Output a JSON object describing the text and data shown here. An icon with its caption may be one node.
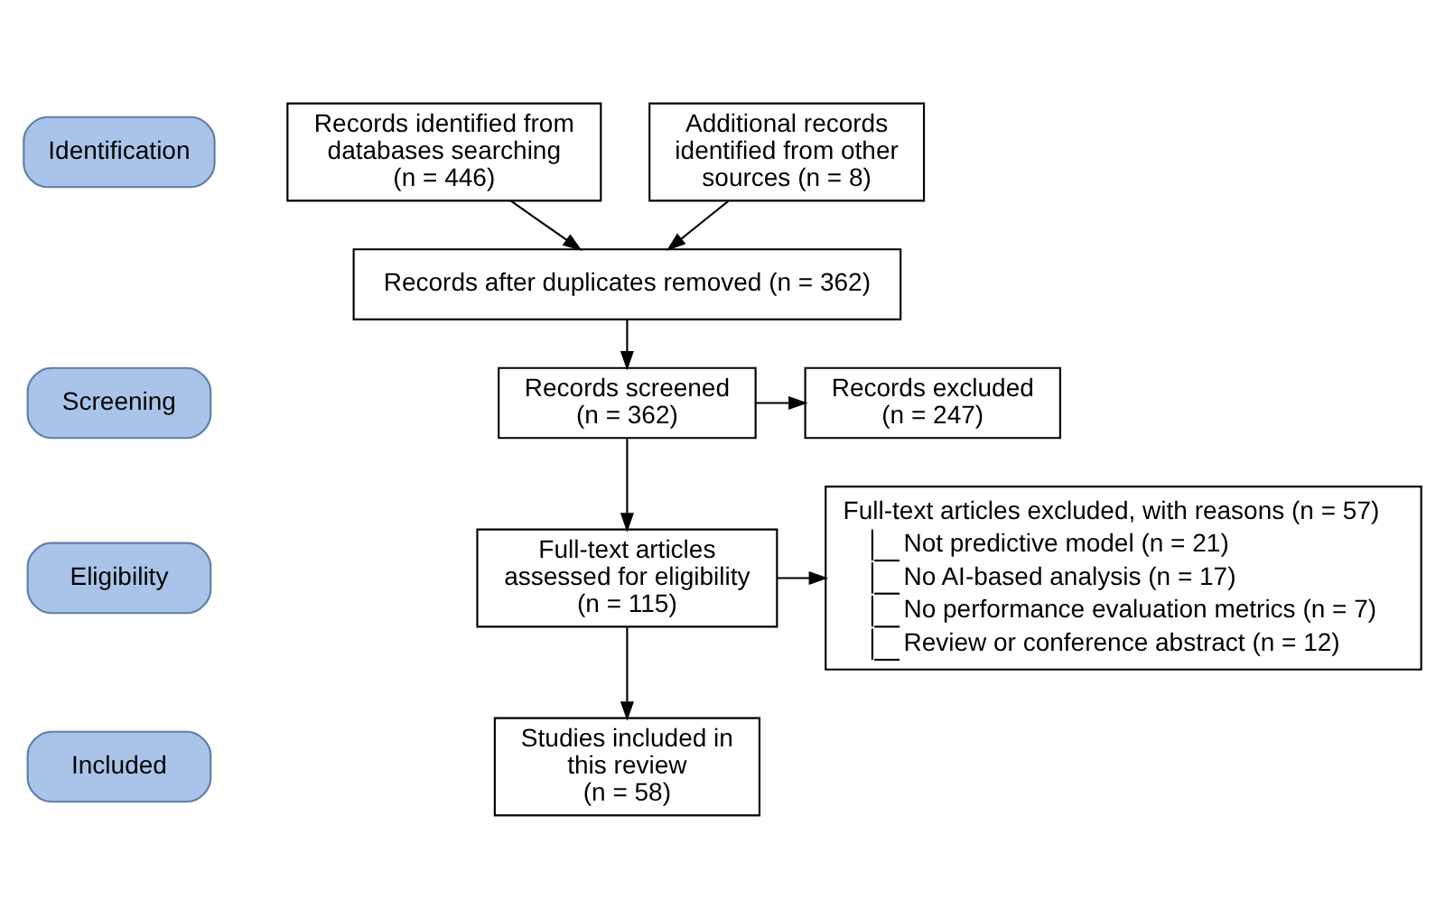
{
  "diagram": {
    "nodes": [
      {
        "text": [
          "Identification"
        ]
      },
      {
        "text": [
          "Screening"
        ]
      },
      {
        "text": [
          "Eligibility"
        ]
      },
      {
        "text": [
          "Included"
        ]
      },
      {
        "text": [
          "Records identified from databases searching (n = 446)"
        ]
      },
      {
        "text": [
          "Additional records identified from other sources (n = 8)"
        ]
      },
      {
        "text": [
          "Records after duplicates removed (n = 362)"
        ]
      },
      {
        "text": [
          "Records screened (n = 362)"
        ]
      },
      {
        "text": [
          "Records excluded (n = 247)"
        ]
      },
      {
        "text": [
          "Full-text articles assessed for eligibility (n = 115)"
        ]
      },
      {
        "text": [
          "Full-text articles excluded, with reasons (n = 57)",
          "Not predictive model (n = 21)",
          "No AI-based analysis (n = 17)",
          "No performance evaluation metrics (n = 7)",
          "Review or conference abstract (n = 12)"
        ]
      },
      {
        "text": [
          "Studies included in this review (n = 58)"
        ]
      }
    ],
    "edges": [
      {
        "from": 4,
        "to": 6,
        "arrow": "to"
      },
      {
        "from": 5,
        "to": 6,
        "arrow": "to"
      },
      {
        "from": 6,
        "to": 7,
        "arrow": "to"
      },
      {
        "from": 7,
        "to": 8,
        "arrow": "to"
      },
      {
        "from": 7,
        "to": 9,
        "arrow": "to"
      },
      {
        "from": 9,
        "to": 10,
        "arrow": "to"
      },
      {
        "from": 9,
        "to": 11,
        "arrow": "to"
      }
    ]
  }
}
